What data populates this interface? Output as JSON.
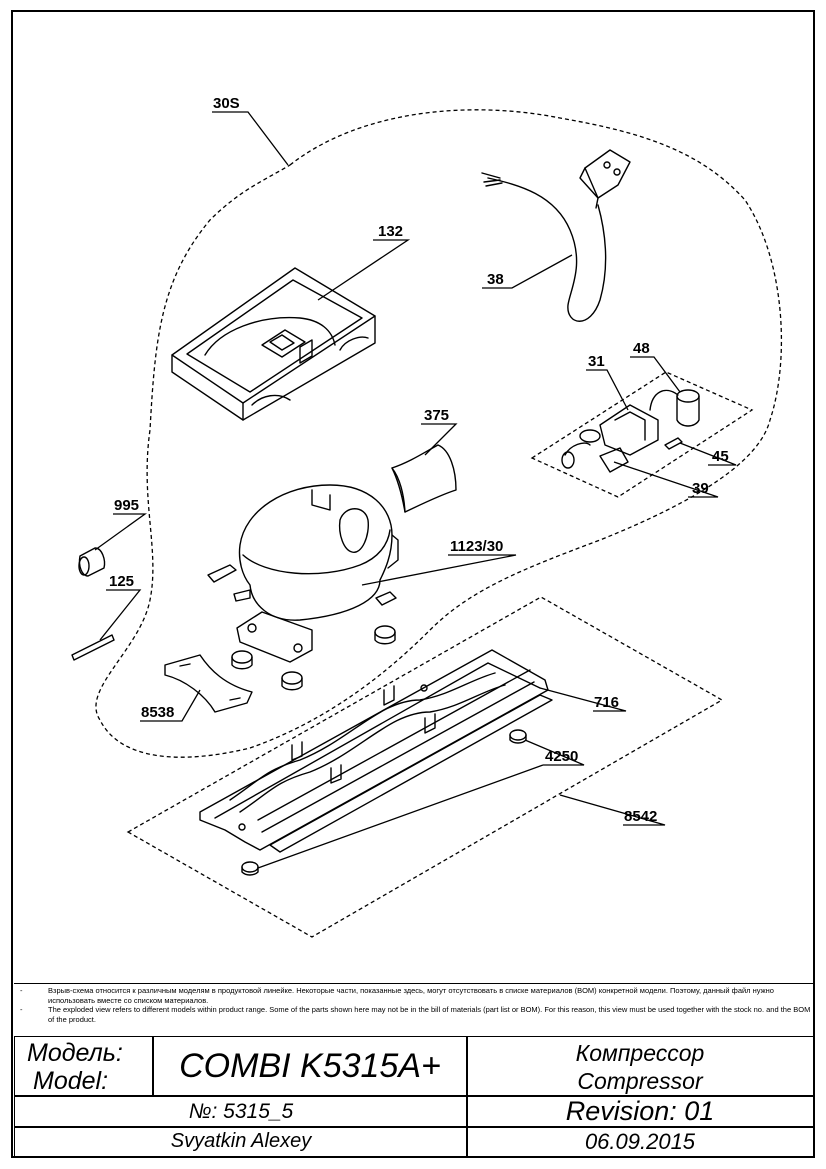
{
  "callouts": {
    "c30s": "30S",
    "c132": "132",
    "c38": "38",
    "c375": "375",
    "c31": "31",
    "c48": "48",
    "c45": "45",
    "c39": "39",
    "c995": "995",
    "c125": "125",
    "c1123": "1123/30",
    "c8538": "8538",
    "c716": "716",
    "c4250": "4250",
    "c8542": "8542"
  },
  "notes": {
    "ru": "Взрыв-схема относится к различным моделям в продуктовой линейке.  Некоторые части, показанные здесь, могут отсутствовать в списке материалов (BOM) конкретной модели. Поэтому, данный файл нужно использовать вместе со списком материалов.",
    "en": "The exploded view refers to different models within product range. Some of the parts shown here may not be in the bill of materials (part list or BOM). For this reason, this view must be used together with the stock no. and the BOM of the product."
  },
  "title_block": {
    "model_label_ru": "Модель:",
    "model_label_en": "Model:",
    "model_name": "COMBI K5315A+",
    "part_ru": "Компрессор",
    "part_en": "Compressor",
    "number": "№: 5315_5",
    "revision": "Revision: 01",
    "author": "Svyatkin Alexey",
    "date": "06.09.2015"
  }
}
